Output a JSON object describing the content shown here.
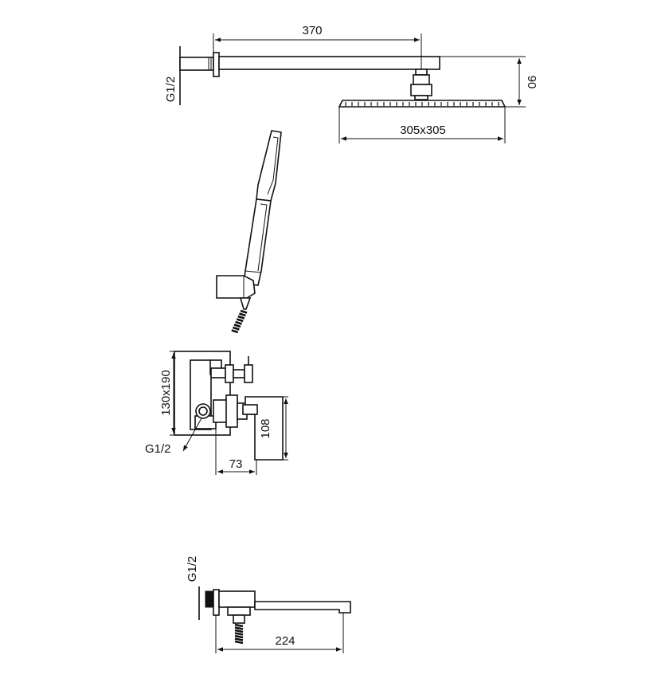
{
  "diagram": {
    "overhead_shower": {
      "arm_length": "370",
      "connection": "G1/2",
      "drop_height": "90",
      "head_size": "305x305"
    },
    "hand_shower": {},
    "mixer": {
      "plate_size": "130x190",
      "connection": "G1/2",
      "projection": "73",
      "lever_height": "108"
    },
    "spout": {
      "connection": "G1/2",
      "length": "224"
    }
  }
}
